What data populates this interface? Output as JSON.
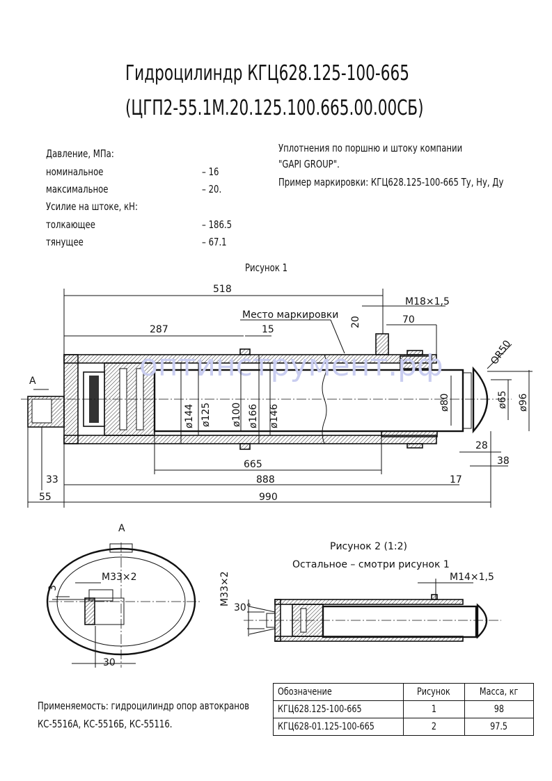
{
  "title": {
    "line1": "Гидроцилиндр КГЦ628.125-100-665",
    "line2": "(ЦГП2-55.1М.20.125.100.665.00.00СБ)"
  },
  "specs": {
    "pressure_header": "Давление, МПа:",
    "nominal_label": "номинальное",
    "nominal_value": "– 16",
    "max_label": "максимальное",
    "max_value": "– 20.",
    "force_header": "Усилие на штоке, кН:",
    "push_label": "толкающее",
    "push_value": "– 186.5",
    "pull_label": "тянущее",
    "pull_value": "– 67.1"
  },
  "notes": {
    "seals_line1": "Уплотнения по поршню и штоку компании",
    "seals_line2": "\"GAPI GROUP\".",
    "marking_example": "Пример маркировки: КГЦ628.125-100-665 Ту, Ну, Ду"
  },
  "figure1": {
    "caption": "Рисунок 1",
    "marking_place": "Место маркировки",
    "view_label": "А",
    "watermark": "оптинструмент.рф",
    "dims": {
      "d518": "518",
      "d287": "287",
      "d15": "15",
      "d20": "20",
      "d70": "70",
      "m18": "M18×1,5",
      "r50": "OR50",
      "d144": "ø144",
      "d125": "ø125",
      "d100": "ø100",
      "d166": "ø166",
      "d146": "ø146",
      "d80": "ø80",
      "d65": "ø65",
      "d96": "ø96",
      "d28": "28",
      "d38": "38",
      "d665": "665",
      "d888": "888",
      "d17": "17",
      "d33": "33",
      "d55": "55",
      "d990": "990"
    }
  },
  "viewA": {
    "label": "А",
    "m33": "M33×2",
    "d3": "3",
    "d30": "30"
  },
  "figure2": {
    "caption": "Рисунок 2 (1:2)",
    "subcaption": "Остальное – смотри рисунок 1",
    "m14": "M14×1,5",
    "m33": "M33×2",
    "angle": "30°"
  },
  "applicability": {
    "line1": "Применяемость: гидроцилиндр опор автокранов",
    "line2": "КС-5516А, КС-5516Б, КС-55116."
  },
  "table": {
    "headers": [
      "Обозначение",
      "Рисунок",
      "Масса, кг"
    ],
    "rows": [
      [
        "КГЦ628.125-100-665",
        "1",
        "98"
      ],
      [
        "КГЦ628-01.125-100-665",
        "2",
        "97.5"
      ]
    ]
  }
}
